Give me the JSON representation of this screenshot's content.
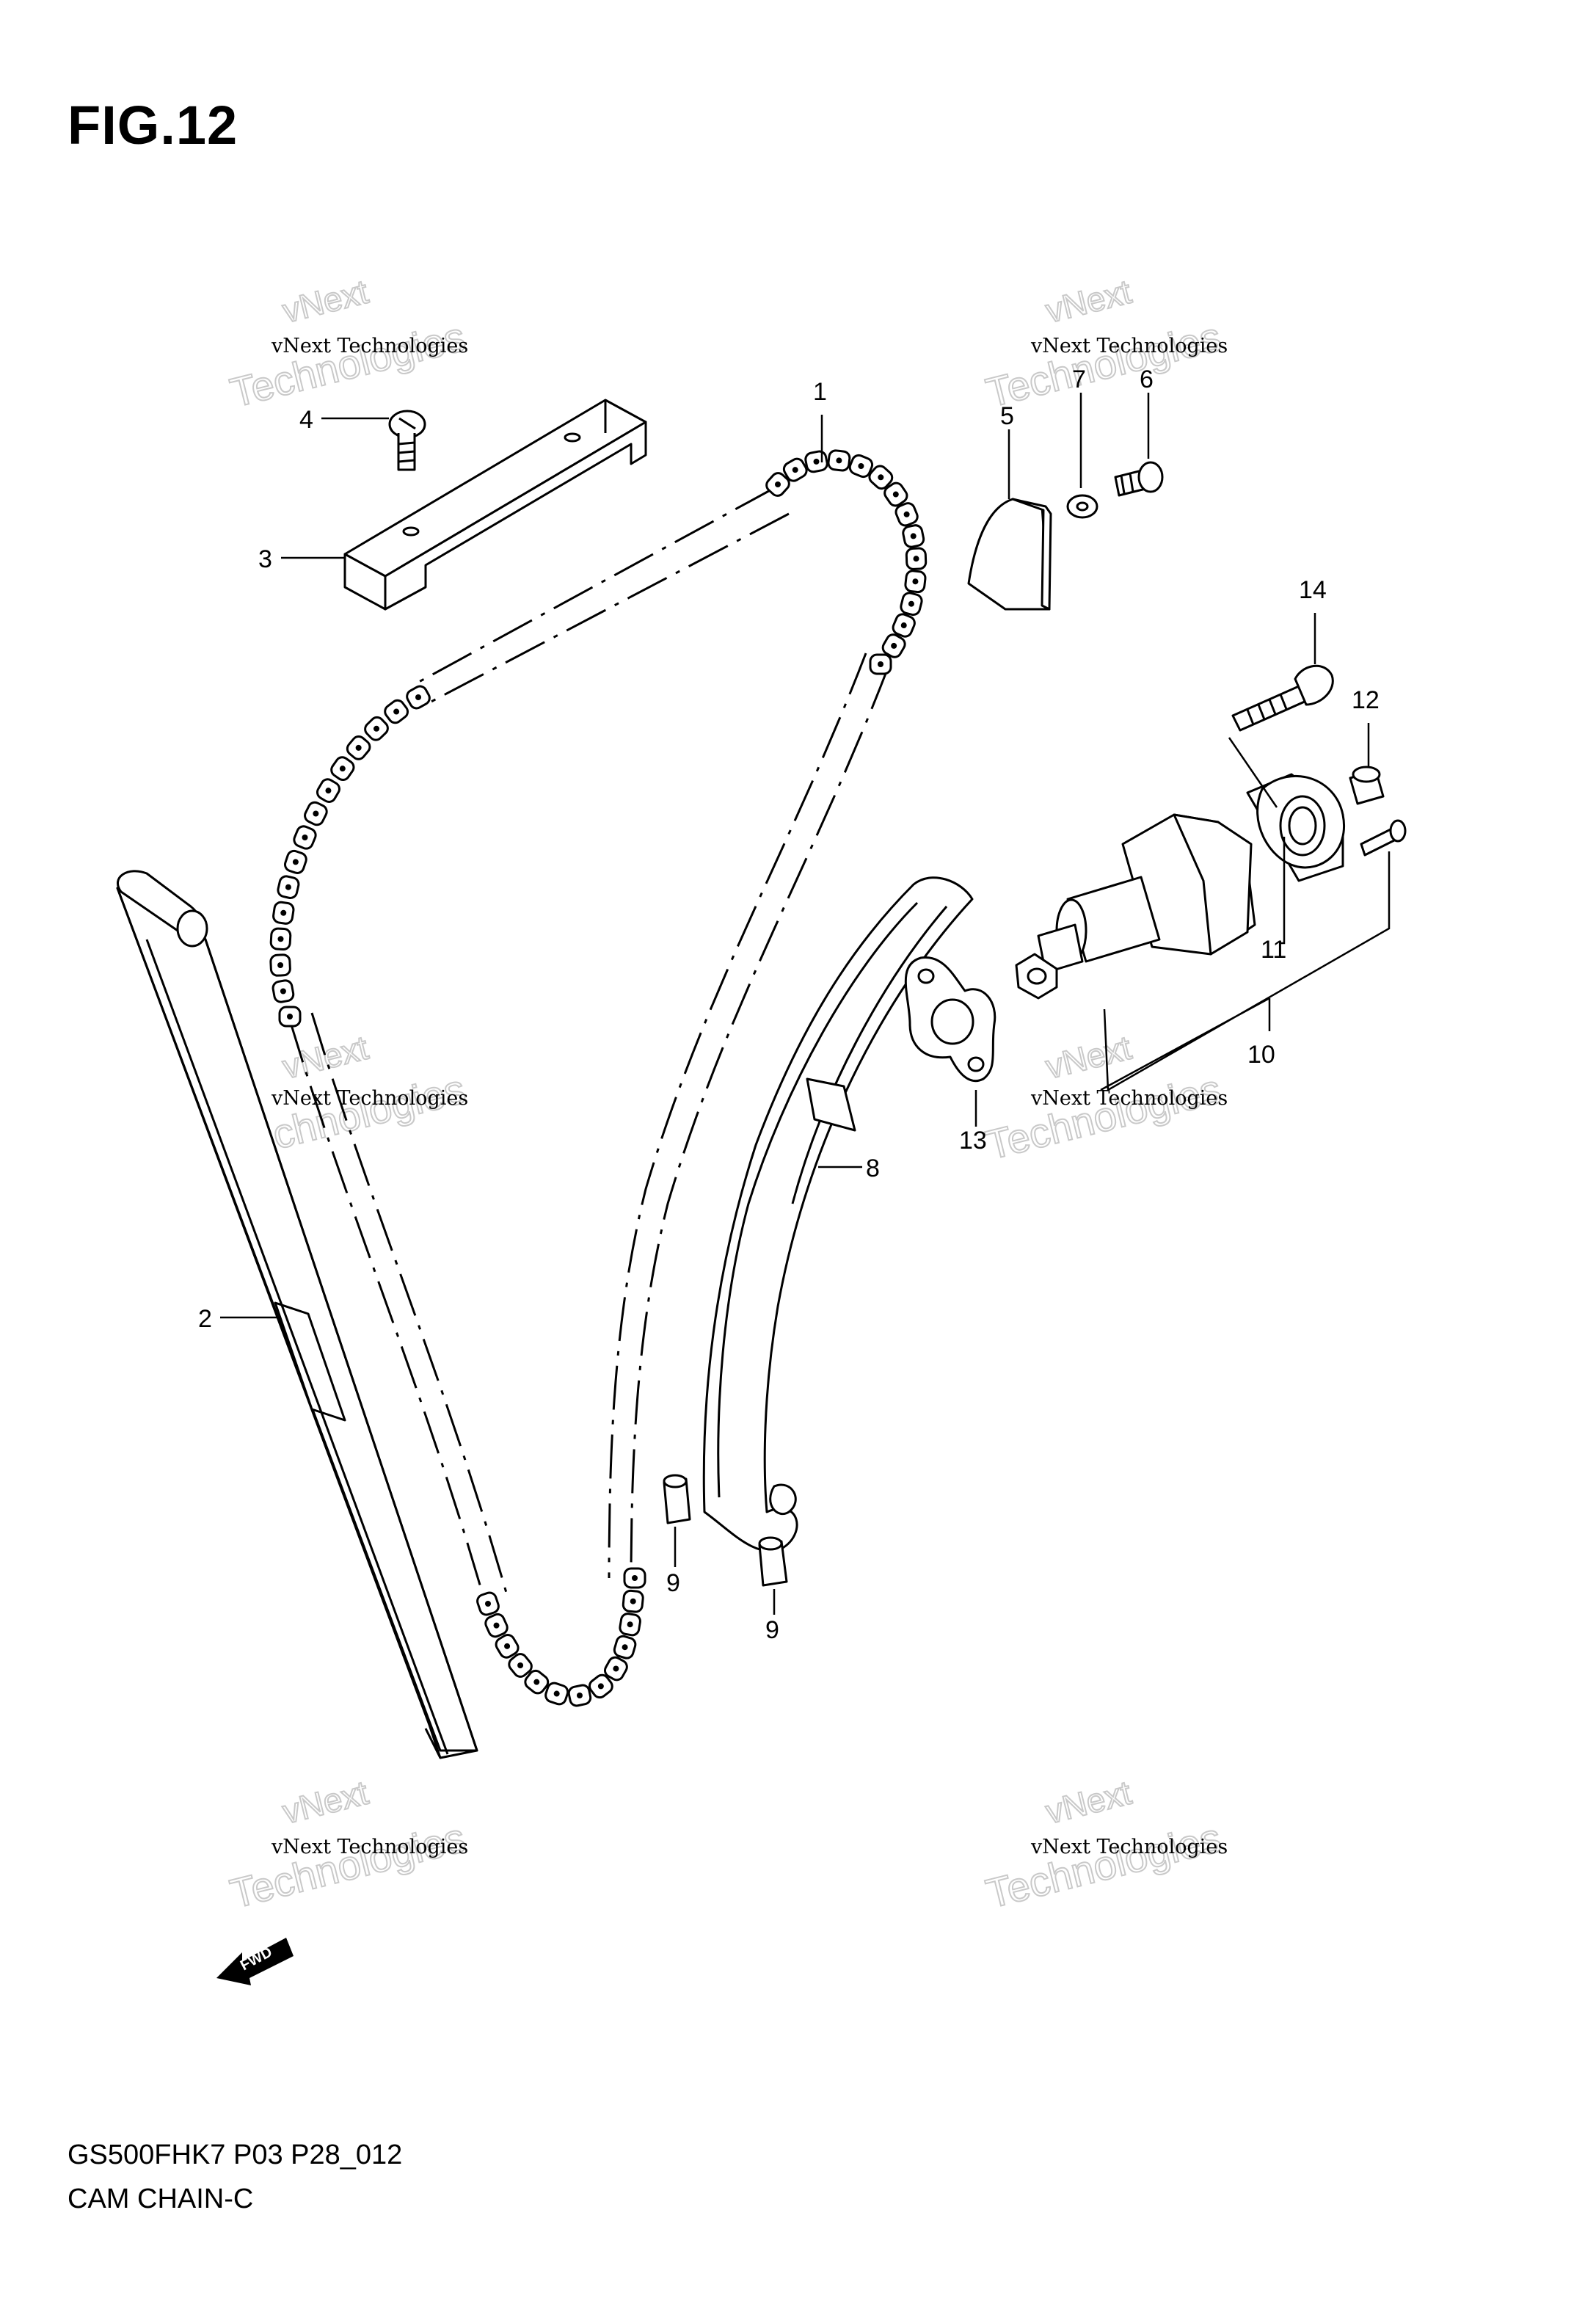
{
  "figure": {
    "title": "FIG.12",
    "code": "GS500FHK7 P03 P28_012",
    "name": "CAM CHAIN-C"
  },
  "watermark": {
    "line1": "vNext Technologies",
    "line2": "vNext",
    "line3": "Technologies"
  },
  "fwd_label": "FWD",
  "callouts": [
    "1",
    "2",
    "3",
    "4",
    "5",
    "6",
    "7",
    "8",
    "9",
    "9",
    "10",
    "11",
    "12",
    "13",
    "14"
  ],
  "colors": {
    "ink": "#000000",
    "watermark": "#c9c9c9",
    "background": "#ffffff"
  }
}
